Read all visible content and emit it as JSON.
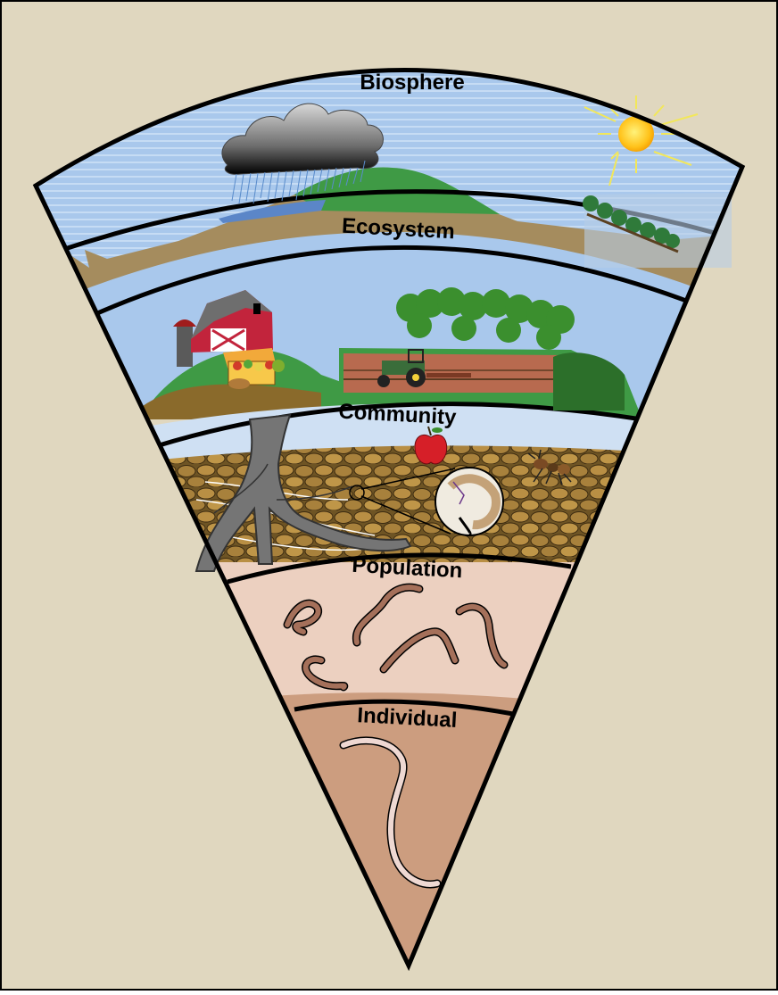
{
  "colors": {
    "background": "#e0d7bf",
    "sky": "#a9c8ec",
    "land": "#a58c5e",
    "grass": "#3f9a45",
    "soil": "#b38f45",
    "population_band": "#ecd0c0",
    "individual_band": "#cc9d7f",
    "worm": "#a5705a",
    "outline": "#000000"
  },
  "layers": [
    {
      "id": "biosphere",
      "label": "Biosphere"
    },
    {
      "id": "ecosystem",
      "label": "Ecosystem"
    },
    {
      "id": "community",
      "label": "Community"
    },
    {
      "id": "population",
      "label": "Population"
    },
    {
      "id": "individual",
      "label": "Individual"
    }
  ],
  "icons": [
    "rain-cloud-icon",
    "sun-icon",
    "barn-icon",
    "produce-stand-icon",
    "tractor-icon",
    "orchard-icon",
    "tree-roots-icon",
    "apple-icon",
    "ant-icon",
    "magnifier-inset-icon",
    "earthworm-icon"
  ]
}
